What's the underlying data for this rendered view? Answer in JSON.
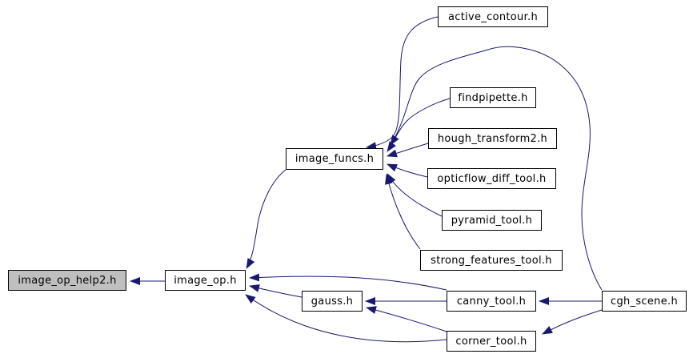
{
  "diagram": {
    "type": "include-dependency-graph",
    "background_color": "#ffffff",
    "edge_color": "#191970",
    "node_border_color": "#000000",
    "node_fill_color": "#ffffff",
    "highlighted_node_fill_color": "#bfbfbf",
    "nodes": [
      {
        "id": "image_op_help2",
        "label": "image_op_help2.h",
        "highlighted": true
      },
      {
        "id": "image_op",
        "label": "image_op.h",
        "highlighted": false
      },
      {
        "id": "image_funcs",
        "label": "image_funcs.h",
        "highlighted": false
      },
      {
        "id": "active_contour",
        "label": "active_contour.h",
        "highlighted": false
      },
      {
        "id": "findpipette",
        "label": "findpipette.h",
        "highlighted": false
      },
      {
        "id": "hough_transform2",
        "label": "hough_transform2.h",
        "highlighted": false
      },
      {
        "id": "opticflow_diff_tool",
        "label": "opticflow_diff_tool.h",
        "highlighted": false
      },
      {
        "id": "pyramid_tool",
        "label": "pyramid_tool.h",
        "highlighted": false
      },
      {
        "id": "strong_features_tool",
        "label": "strong_features_tool.h",
        "highlighted": false
      },
      {
        "id": "gauss",
        "label": "gauss.h",
        "highlighted": false
      },
      {
        "id": "canny_tool",
        "label": "canny_tool.h",
        "highlighted": false
      },
      {
        "id": "corner_tool",
        "label": "corner_tool.h",
        "highlighted": false
      },
      {
        "id": "cgh_scene",
        "label": "cgh_scene.h",
        "highlighted": false
      }
    ],
    "edges": [
      {
        "from": "image_op",
        "to": "image_op_help2"
      },
      {
        "from": "image_funcs",
        "to": "image_op"
      },
      {
        "from": "active_contour",
        "to": "image_funcs"
      },
      {
        "from": "findpipette",
        "to": "image_funcs"
      },
      {
        "from": "hough_transform2",
        "to": "image_funcs"
      },
      {
        "from": "opticflow_diff_tool",
        "to": "image_funcs"
      },
      {
        "from": "pyramid_tool",
        "to": "image_funcs"
      },
      {
        "from": "strong_features_tool",
        "to": "image_funcs"
      },
      {
        "from": "cgh_scene",
        "to": "image_funcs"
      },
      {
        "from": "gauss",
        "to": "image_op"
      },
      {
        "from": "canny_tool",
        "to": "image_op"
      },
      {
        "from": "canny_tool",
        "to": "gauss"
      },
      {
        "from": "corner_tool",
        "to": "image_op"
      },
      {
        "from": "corner_tool",
        "to": "gauss"
      },
      {
        "from": "cgh_scene",
        "to": "canny_tool"
      },
      {
        "from": "cgh_scene",
        "to": "corner_tool"
      }
    ]
  }
}
